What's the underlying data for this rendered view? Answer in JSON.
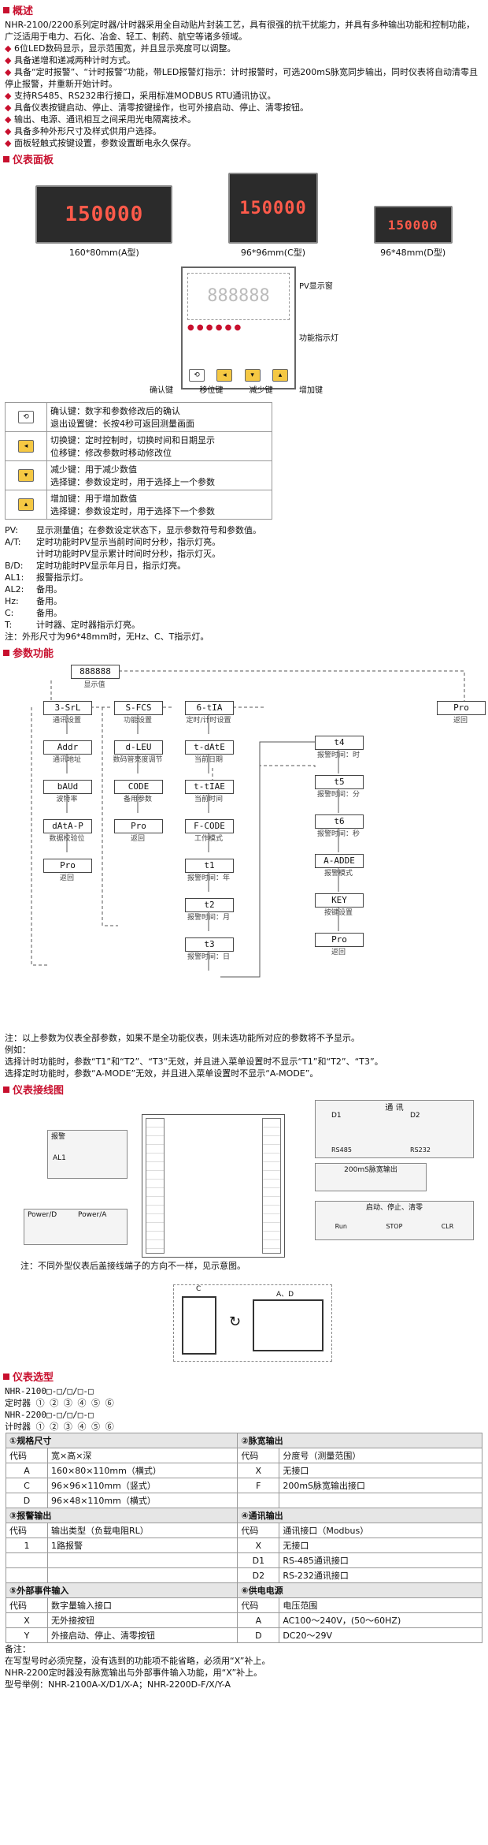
{
  "overview": {
    "title": "概述",
    "intro": "NHR-2100/2200系列定时器/计时器采用全自动贴片封装工艺，具有很强的抗干扰能力，并具有多种输出功能和控制功能，广泛适用于电力、石化、冶金、轻工、制药、航空等诸多领域。",
    "bullets": [
      "6位LED数码显示，显示范围宽，并且显示亮度可以调整。",
      "具备递增和递减两种计时方式。",
      "具备“定时报警”、“计时报警”功能，带LED报警灯指示：计时报警时，可选200mS脉宽同步输出，同时仪表将自动清零且停止报警，并重新开始计时。",
      "支持RS485、RS232串行接口，采用标准MODBUS RTU通讯协议。",
      "具备仪表按键启动、停止、清零按键操作，也可外接启动、停止、清零按钮。",
      "输出、电源、通讯相互之间采用光电隔离技术。",
      "具备多种外形尺寸及样式供用户选择。",
      "面板轻触式按键设置，参数设置断电永久保存。"
    ]
  },
  "panel": {
    "title": "仪表面板",
    "meters": [
      {
        "display": "150000",
        "caption": "160*80mm(A型)"
      },
      {
        "display": "150000",
        "caption": "96*96mm(C型)"
      },
      {
        "display": "150000",
        "caption": "96*48mm(D型)"
      }
    ],
    "face_labels": {
      "pv": "PV显示窗",
      "led": "功能指示灯",
      "keys": [
        "确认键",
        "移位键",
        "减少键",
        "增加键"
      ]
    },
    "key_table": [
      {
        "icon": "confirm-key-icon",
        "lines": [
          "确认键：数字和参数修改后的确认",
          "退出设置键：长按4秒可返回测量画面"
        ]
      },
      {
        "icon": "shift-key-icon",
        "lines": [
          "切换键：定时控制时，切换时间和日期显示",
          "位移键：修改参数时移动修改位"
        ]
      },
      {
        "icon": "down-key-icon",
        "lines": [
          "减少键：用于减少数值",
          "选择键：参数设定时，用于选择上一个参数"
        ]
      },
      {
        "icon": "up-key-icon",
        "lines": [
          "增加键：用于增加数值",
          "选择键：参数设定时，用于选择下一个参数"
        ]
      }
    ],
    "legend": [
      {
        "k": "PV:",
        "v": "显示测量值；在参数设定状态下，显示参数符号和参数值。"
      },
      {
        "k": "A/T:",
        "v": "定时功能时PV显示当前时间时分秒，指示灯亮。"
      },
      {
        "k": "",
        "v": "计时功能时PV显示累计时间时分秒，指示灯灭。"
      },
      {
        "k": "B/D:",
        "v": "定时功能时PV显示年月日，指示灯亮。"
      },
      {
        "k": "AL1:",
        "v": "报警指示灯。"
      },
      {
        "k": "AL2:",
        "v": "备用。"
      },
      {
        "k": "Hz:",
        "v": "备用。"
      },
      {
        "k": "C:",
        "v": "备用。"
      },
      {
        "k": "T:",
        "v": "计时器、定时器指示灯亮。"
      }
    ],
    "note": "注：外形尺寸为96*48mm时，无Hz、C、T指示灯。"
  },
  "params": {
    "title": "参数功能",
    "top_display": "888888",
    "top_label": "显示值",
    "cols": [
      {
        "items": [
          [
            "3-SrL",
            "通讯设置"
          ],
          [
            "Addr",
            "通讯地址"
          ],
          [
            "bAUd",
            "波特率"
          ],
          [
            "dAtA-P",
            "数据校验位"
          ],
          [
            "Pro",
            "返回"
          ]
        ]
      },
      {
        "items": [
          [
            "S-FCS",
            "功能设置"
          ],
          [
            "d-LEU",
            "数码管亮度调节"
          ],
          [
            "CODE",
            "备用参数"
          ],
          [
            "Pro",
            "返回"
          ]
        ]
      },
      {
        "items": [
          [
            "6-tIA",
            "定时/计时设置"
          ],
          [
            "t-dAtE",
            "当前日期"
          ],
          [
            "t-tIAE",
            "当前时间"
          ],
          [
            "F-CODE",
            "工作模式"
          ],
          [
            "t1",
            "报警时间：年"
          ],
          [
            "t2",
            "报警时间：月"
          ],
          [
            "t3",
            "报警时间：日"
          ]
        ]
      },
      {
        "items": [
          [
            "t4",
            "报警时间：时"
          ],
          [
            "t5",
            "报警时间：分"
          ],
          [
            "t6",
            "报警时间：秒"
          ],
          [
            "A-ADDE",
            "报警模式"
          ],
          [
            "KEY",
            "按键设置"
          ],
          [
            "Pro",
            "返回"
          ]
        ]
      }
    ],
    "right_top": [
      "Pro",
      "返回"
    ],
    "notes": [
      "注：以上参数为仪表全部参数，如果不是全功能仪表，则未选功能所对应的参数将不予显示。",
      "例如：",
      "选择计时功能时，参数“T1”和“T2”、“T3”无效，并且进入菜单设置时不显示“T1”和“T2”、“T3”。",
      "选择定时功能时，参数“A-MODE”无效，并且进入菜单设置时不显示“A-MODE”。"
    ]
  },
  "wiring": {
    "title": "仪表接线图",
    "comm_title": "通 讯",
    "comm_d1": "D1",
    "comm_d2": "D2",
    "rs485": "RS485",
    "rs232": "RS232",
    "pulse_title": "200mS脉宽输出",
    "alarm_title": "报警",
    "alarm_label": "AL1",
    "power_d": "Power/D",
    "power_a": "Power/A",
    "ctrl_title": "启动、停止、清零",
    "ctrl_labels": [
      "Run",
      "STOP",
      "CLR"
    ],
    "note": "注：不同外型仪表后盖接线端子的方向不一样，见示意图。",
    "rot_labels": [
      "C",
      "A、D"
    ]
  },
  "selection": {
    "title": "仪表选型",
    "code1": "NHR-2100□-□/□/□-□",
    "code1_label": "定时器",
    "code2": "NHR-2200□-□/□/□-□",
    "code2_label": "计时器",
    "nums": "①  ②  ③  ④  ⑤  ⑥",
    "t1_title": "①规格尺寸",
    "t1_head": [
      "代码",
      "宽×高×深"
    ],
    "t1_rows": [
      [
        "A",
        "160×80×110mm（横式）"
      ],
      [
        "C",
        "96×96×110mm（竖式）"
      ],
      [
        "D",
        "96×48×110mm（横式）"
      ]
    ],
    "t2_title": "②脉宽输出",
    "t2_head": [
      "代码",
      "分度号（测量范围）"
    ],
    "t2_rows": [
      [
        "X",
        "无接口"
      ],
      [
        "F",
        "200mS脉宽输出接口"
      ],
      [
        "",
        ""
      ]
    ],
    "t3_title": "③报警输出",
    "t3_head": [
      "代码",
      "输出类型（负载电阻RL）"
    ],
    "t3_rows": [
      [
        "1",
        "1路报警"
      ],
      [
        "",
        ""
      ],
      [
        "",
        ""
      ]
    ],
    "t4_title": "④通讯输出",
    "t4_head": [
      "代码",
      "通讯接口（Modbus）"
    ],
    "t4_rows": [
      [
        "X",
        "无接口"
      ],
      [
        "D1",
        "RS-485通讯接口"
      ],
      [
        "D2",
        "RS-232通讯接口"
      ]
    ],
    "t5_title": "⑤外部事件输入",
    "t5_head": [
      "代码",
      "数字量输入接口"
    ],
    "t5_rows": [
      [
        "X",
        "无外接按钮"
      ],
      [
        "Y",
        "外接启动、停止、清零按钮"
      ]
    ],
    "t6_title": "⑥供电电源",
    "t6_head": [
      "代码",
      "电压范围"
    ],
    "t6_rows": [
      [
        "A",
        "AC100～240V，(50～60HZ)"
      ],
      [
        "D",
        "DC20～29V"
      ]
    ],
    "notes": [
      "备注：",
      "在写型号时必须完整，没有选到的功能项不能省略，必须用“X”补上。",
      "NHR-2200定时器没有脉宽输出与外部事件输入功能，用“X”补上。",
      "型号举例：NHR-2100A-X/D1/X-A；NHR-2200D-F/X/Y-A"
    ]
  }
}
